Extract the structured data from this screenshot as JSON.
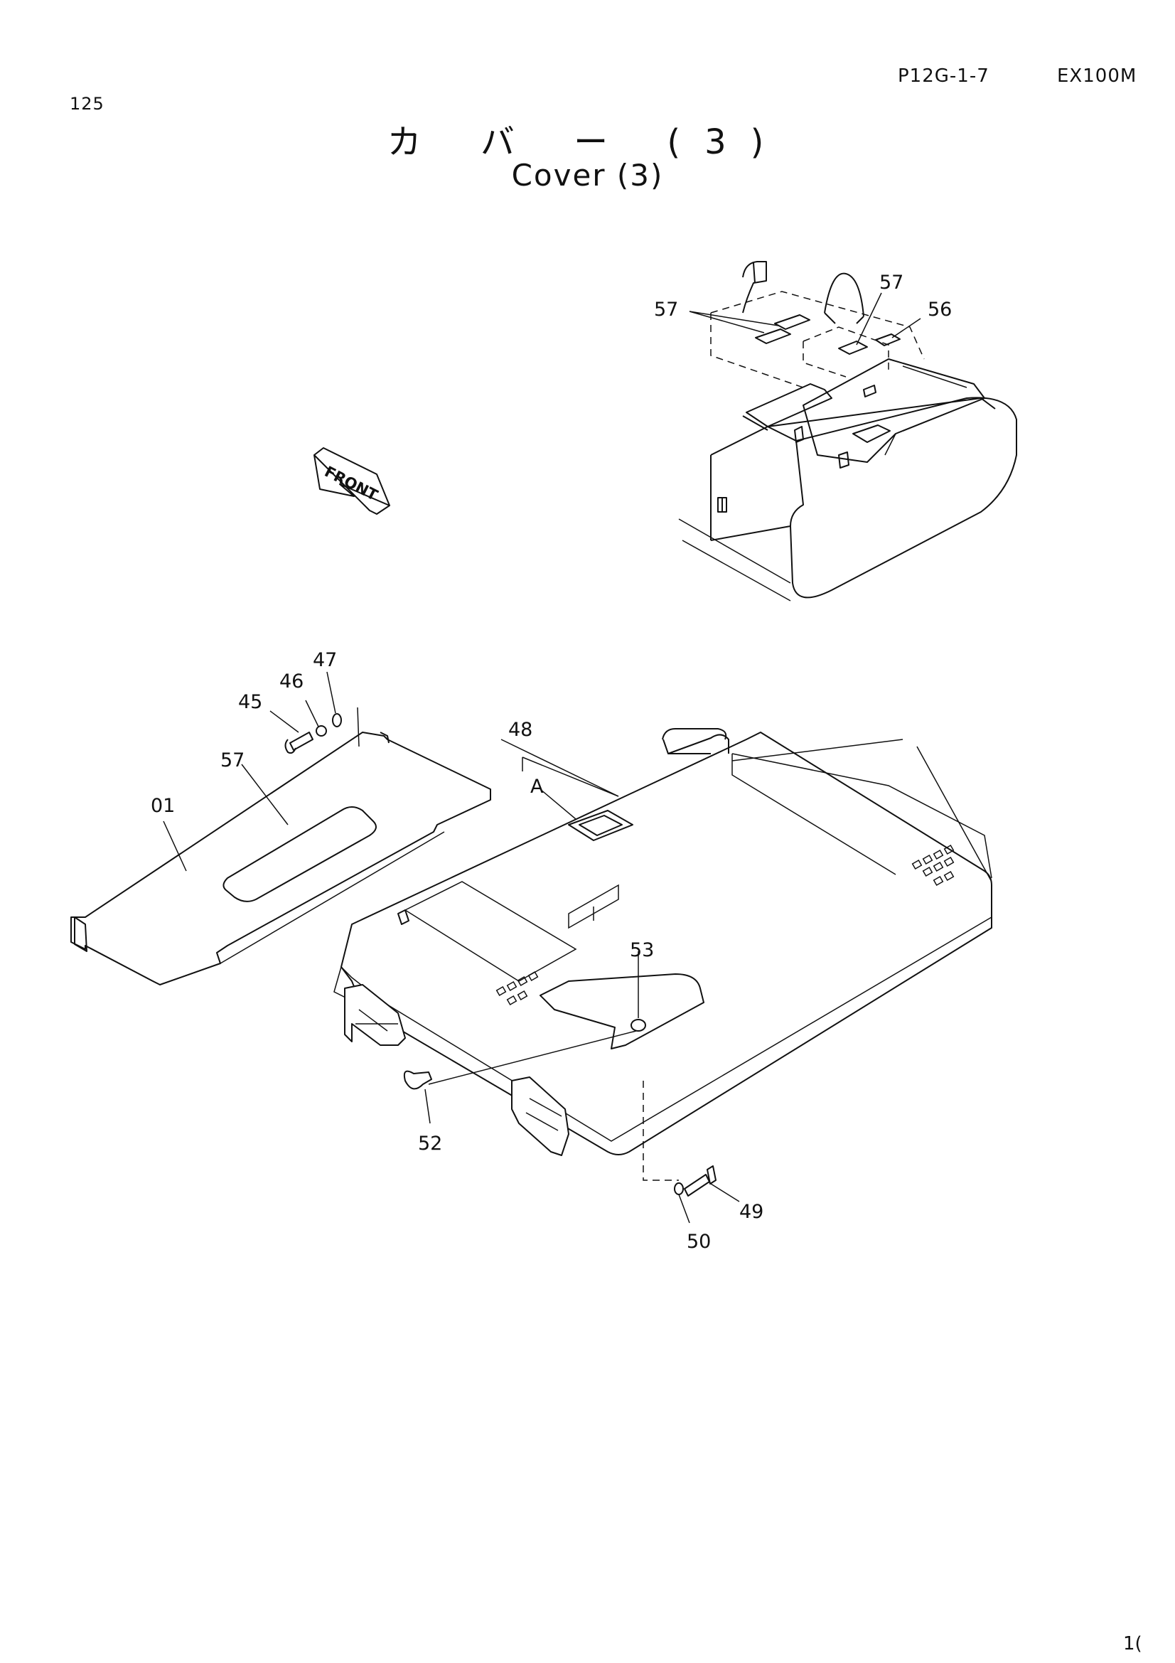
{
  "header": {
    "page_number": "125",
    "code": "P12G-1-7",
    "model": "EX100M"
  },
  "title": {
    "japanese": "カ バ ー (3)",
    "english": "Cover (3)"
  },
  "diagram": {
    "front_arrow_label": "FRONT",
    "detail_label": "A",
    "callouts": {
      "c01": "01",
      "c45": "45",
      "c46": "46",
      "c47": "47",
      "c48": "48",
      "c49": "49",
      "c50": "50",
      "c52": "52",
      "c53": "53",
      "c56": "56",
      "c57_top_left": "57",
      "c57_top_right": "57",
      "c57_panel": "57"
    }
  },
  "footer": {
    "page_fragment": "1("
  }
}
